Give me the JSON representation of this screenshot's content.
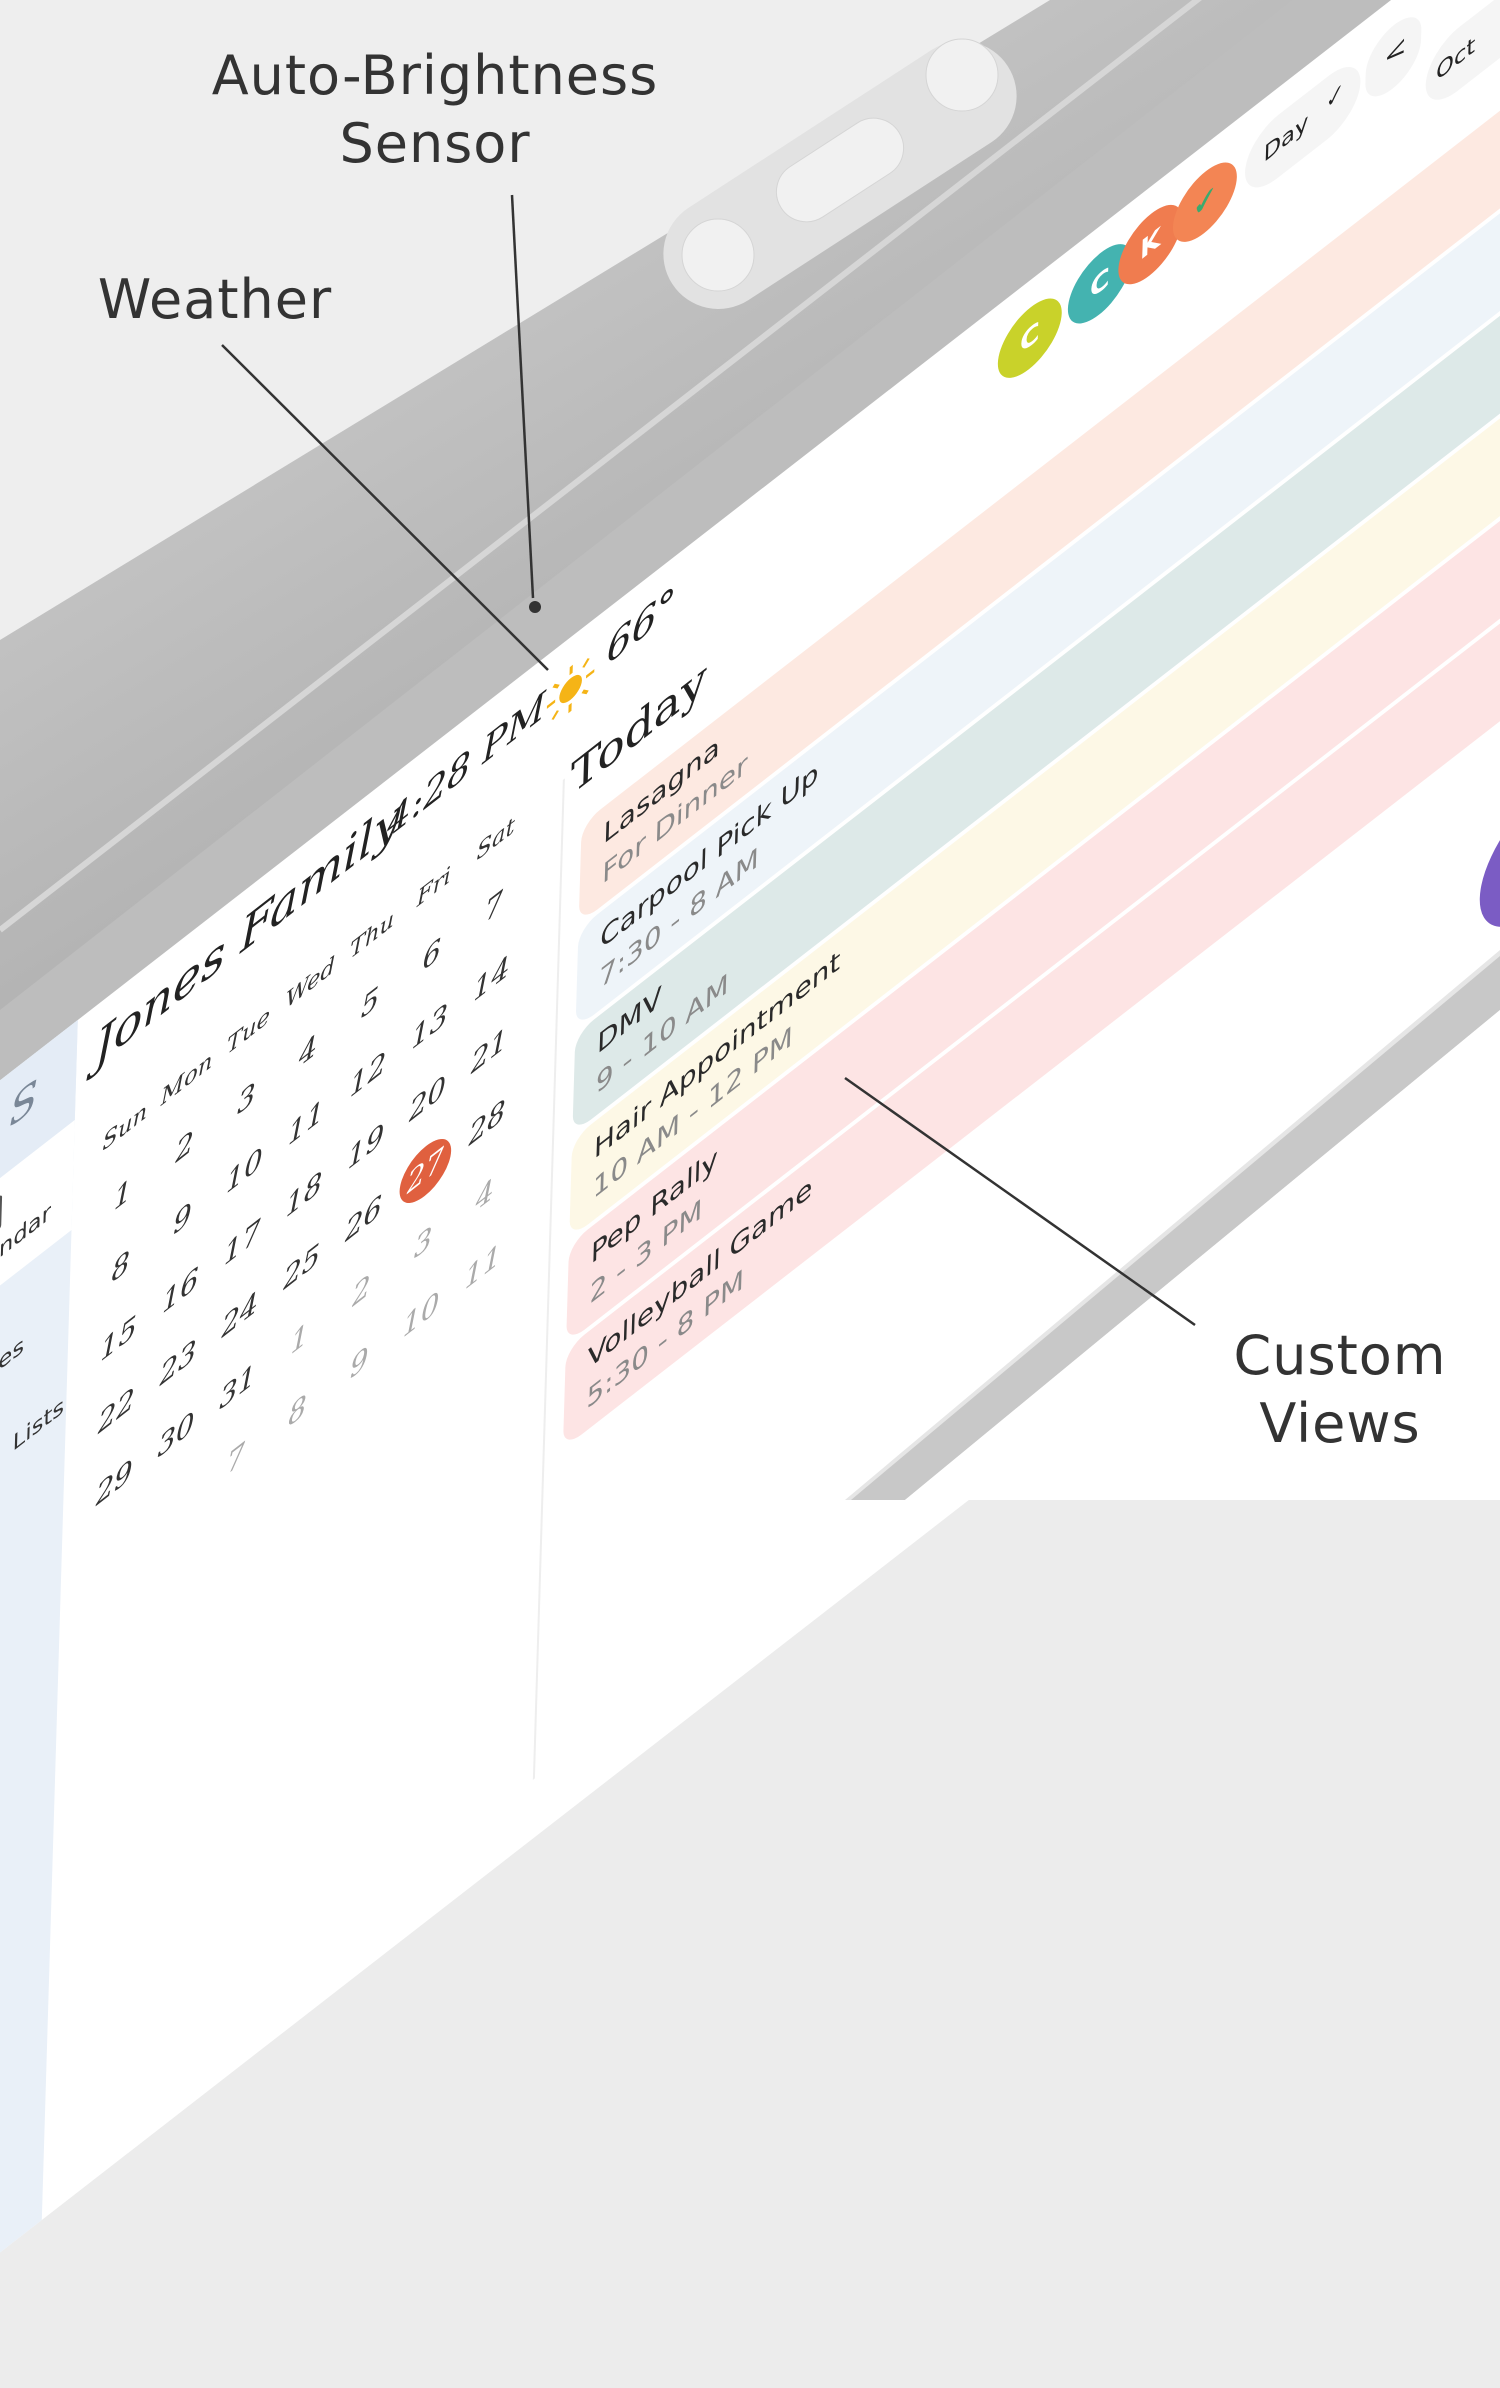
{
  "annotations": {
    "sensor": "Auto-Brightness Sensor",
    "sensor_line1": "Auto-Brightness",
    "sensor_line2": "Sensor",
    "weather": "Weather",
    "views_line1": "Custom",
    "views_line2": "Views"
  },
  "header": {
    "family": "Jones Family",
    "time": "4:28 PM",
    "weather_icon": "sun-icon",
    "temperature": "66°"
  },
  "sidebar": {
    "profile_letter": "S",
    "items": [
      {
        "label": "Calendar",
        "icon": "calendar-icon",
        "active": true
      },
      {
        "label": "Chores",
        "icon": "broom-icon",
        "active": false
      },
      {
        "label": "Lists",
        "icon": "list-icon",
        "active": false
      }
    ]
  },
  "calendar": {
    "weekdays": [
      "Sun",
      "Mon",
      "Tue",
      "Wed",
      "Thu",
      "Fri",
      "Sat"
    ],
    "weeks": [
      [
        "1",
        "2",
        "3",
        "4",
        "5",
        "6",
        "7"
      ],
      [
        "8",
        "9",
        "10",
        "11",
        "12",
        "13",
        "14"
      ],
      [
        "15",
        "16",
        "17",
        "18",
        "19",
        "20",
        "21"
      ],
      [
        "22",
        "23",
        "24",
        "25",
        "26",
        "27",
        "28"
      ],
      [
        "29",
        "30",
        "31",
        "1",
        "2",
        "3",
        "4"
      ],
      [
        "",
        "",
        "7",
        "8",
        "9",
        "10",
        "11"
      ]
    ],
    "today": "27",
    "today_color": "#e0603f"
  },
  "today_panel": {
    "heading": "Today",
    "events": [
      {
        "title": "Lasagna",
        "subtitle": "For Dinner",
        "color": "#fde9e1"
      },
      {
        "title": "Carpool Pick Up",
        "subtitle": "7:30 - 8 AM",
        "color": "#eef4f9"
      },
      {
        "title": "DMV",
        "subtitle": "9 - 10 AM",
        "color": "#dde9e8"
      },
      {
        "title": "Hair Appointment",
        "subtitle": "10 AM - 12 PM",
        "color": "#fdf8e6"
      },
      {
        "title": "Pep Rally",
        "subtitle": "2 - 3 PM",
        "color": "#fde4e4"
      },
      {
        "title": "Volleyball Game",
        "subtitle": "5:30 - 8 PM",
        "color": "#fde4e4"
      }
    ]
  },
  "toolbar": {
    "avatars": [
      {
        "letter": "C",
        "color": "#c9d22a"
      },
      {
        "letter": "C",
        "color": "#44b3b0"
      },
      {
        "letter": "K",
        "color": "#f07c4f"
      },
      {
        "letter": "",
        "color": "#f38554",
        "icon": "check-icon",
        "icon_color": "#3aaa6e"
      }
    ],
    "view_select": "Day",
    "prev_label": "<",
    "month_label": "Oct",
    "fab_color": "#7b5cc4"
  }
}
